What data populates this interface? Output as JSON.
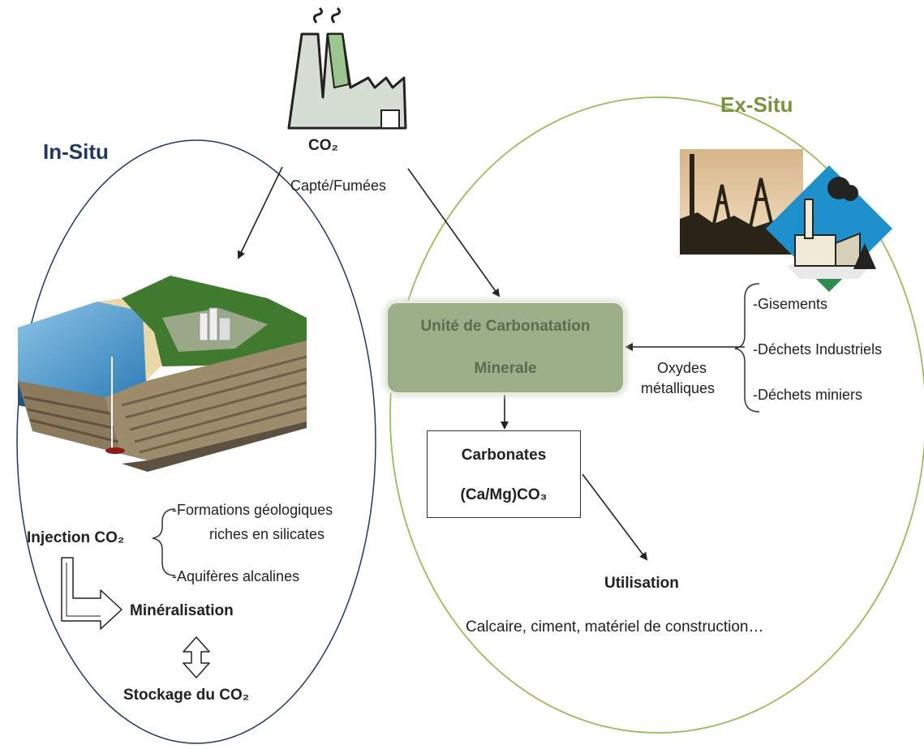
{
  "titles": {
    "in_situ": "In-Situ",
    "ex_situ": "Ex-Situ"
  },
  "source": {
    "co2": "CO₂",
    "capture": "Capté/Fumées"
  },
  "unit": {
    "line1": "Unité de Carbonatation",
    "line2": "Minerale"
  },
  "oxides": {
    "line1": "Oxydes",
    "line2": "métalliques"
  },
  "sources_list": [
    "-Gisements",
    "-Déchets Industriels",
    "-Déchets miniers"
  ],
  "carbonates": {
    "line1": "Carbonates",
    "line2": "(Ca/Mg)CO₃"
  },
  "utilisation": {
    "title": "Utilisation",
    "examples": "Calcaire, ciment, matériel de construction…"
  },
  "in_situ": {
    "injection": "Injection CO₂",
    "formations_line1": "-Formations géologiques",
    "formations_line2": "riches en silicates",
    "aquiferes": "-Aquifères alcalines",
    "mineralisation": "Minéralisation",
    "stockage": "Stockage du CO₂"
  },
  "colors": {
    "in_situ_ellipse": "#1f3864",
    "ex_situ_ellipse": "#9bbb59",
    "unit_box": "#9caf88",
    "factory_fill": "#d6ddd2",
    "factory_chimney": "#9dc58f",
    "diamond_blue": "#1e90cc",
    "diamond_green": "#2e8b4f"
  },
  "icons": [
    "factory-icon",
    "mine-icon",
    "industrial-plant-icon",
    "geological-block-icon"
  ]
}
